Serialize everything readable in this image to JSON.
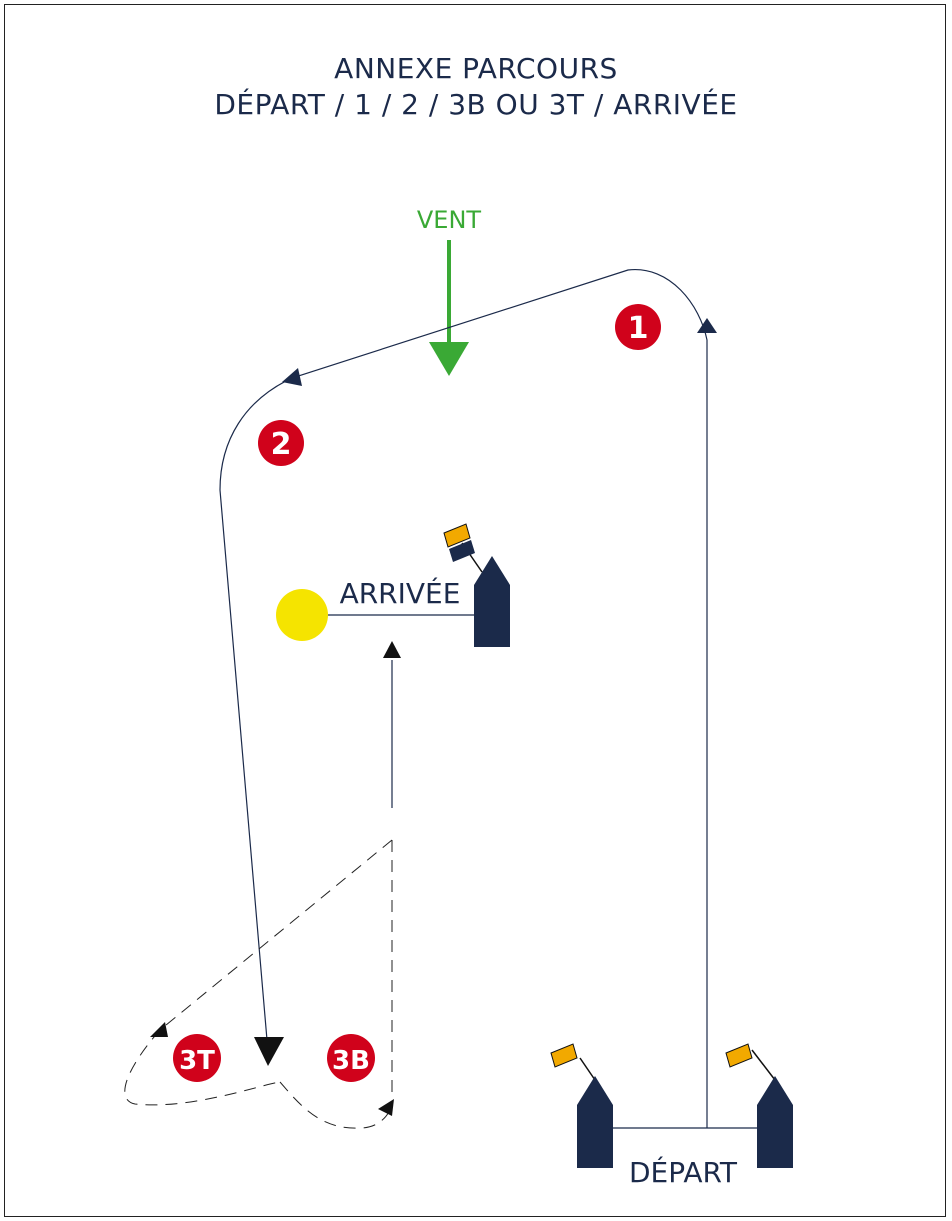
{
  "title": {
    "line1": "ANNEXE PARCOURS",
    "line2": "DÉPART / 1 / 2 / 3B OU 3T / ARRIVÉE"
  },
  "wind": {
    "label": "VENT",
    "color": "#3aa935"
  },
  "marks": {
    "mark1": "1",
    "mark2": "2",
    "mark3t": "3T",
    "mark3b": "3B",
    "color": "#d0021b"
  },
  "lines": {
    "finish_label": "ARRIVÉE",
    "start_label": "DÉPART"
  },
  "colors": {
    "navy": "#1b2a4a",
    "flag": "#f2a900",
    "buoy_yellow": "#f5e400"
  }
}
